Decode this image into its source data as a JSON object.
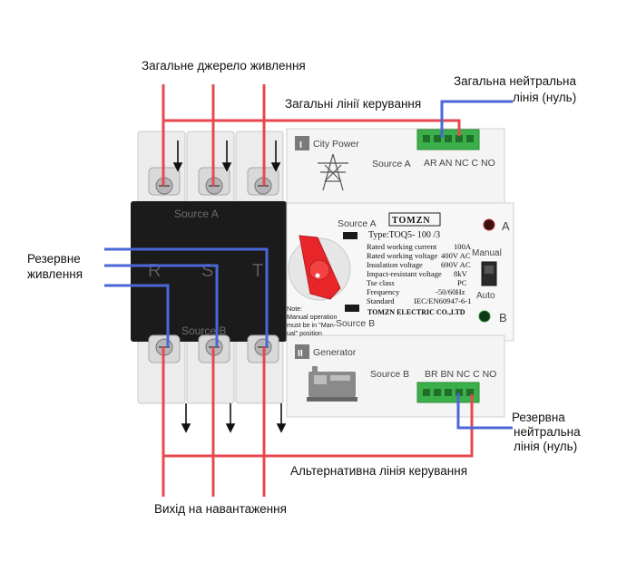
{
  "labels": {
    "main_power": "Загальне джерело живлення",
    "main_control": "Загальні лінії керування",
    "main_neutral_1": "Загальна нейтральна",
    "main_neutral_2": "лінія (нуль)",
    "backup_power_1": "Резервне",
    "backup_power_2": "живлення",
    "backup_neutral_1": "Резервна",
    "backup_neutral_2": "нейтральна",
    "backup_neutral_3": "лінія (нуль)",
    "alt_control": "Альтернативна лінія керування",
    "load_output": "Вихід на навантаження"
  },
  "device": {
    "city_power": "City Power",
    "generator": "Generator",
    "block_num_1": "I",
    "block_num_2": "II",
    "source_a": "Source A",
    "source_b": "Source B",
    "black_source_a": "Source A",
    "black_source_b": "Source B",
    "phases": [
      "R",
      "S",
      "T"
    ],
    "top_terminals": "AR AN NC C NO",
    "bottom_terminals": "BR BN NC C NO",
    "brand_box": "TOMZN",
    "type_line": "Type:TOQ5- 100 /3",
    "specs": [
      {
        "label": "Rated working current",
        "value": "100A"
      },
      {
        "label": "Rated working voltage",
        "value": "400V AC"
      },
      {
        "label": "Insulation voltage",
        "value": "690V AC"
      },
      {
        "label": "Impact-resistant voltage",
        "value": "8kV"
      },
      {
        "label": "Tse class",
        "value": "PC"
      },
      {
        "label": "Frequency",
        "value": "-50/60Hz"
      },
      {
        "label": "Standard",
        "value": "IEC/EN60947-6-1"
      }
    ],
    "company": "TOMZN ELECTRIC CO.,LTD",
    "indicator_a": "A",
    "indicator_b": "B",
    "manual": "Manual",
    "auto": "Auto",
    "note_lines": [
      "Note:",
      "Manual operation",
      "must be in \"Man-",
      "ual\" position"
    ]
  },
  "colors": {
    "wire_red": "#e8474f",
    "wire_blue": "#4a67d8",
    "knob_red": "#e8262a",
    "body_white": "#f4f4f4",
    "body_black": "#1b1b1b",
    "terminal_green": "#3bb04a"
  }
}
